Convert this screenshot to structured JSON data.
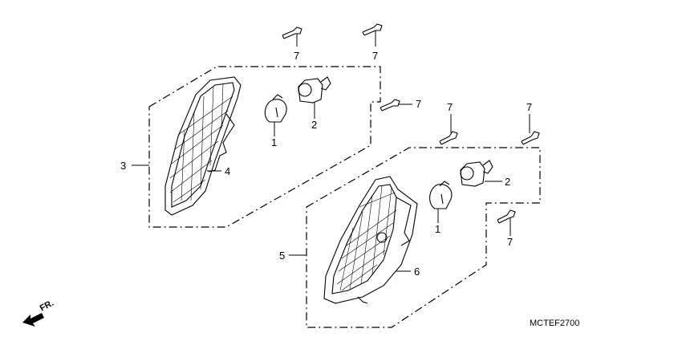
{
  "callouts": {
    "c1a": "1",
    "c1b": "1",
    "c2a": "2",
    "c2b": "2",
    "c3": "3",
    "c4": "4",
    "c5": "5",
    "c6": "6",
    "c7a": "7",
    "c7b": "7",
    "c7c": "7",
    "c7d": "7",
    "c7e": "7",
    "c7f": "7"
  },
  "direction_label": "FR.",
  "diagram_code": "MCTEF2700"
}
